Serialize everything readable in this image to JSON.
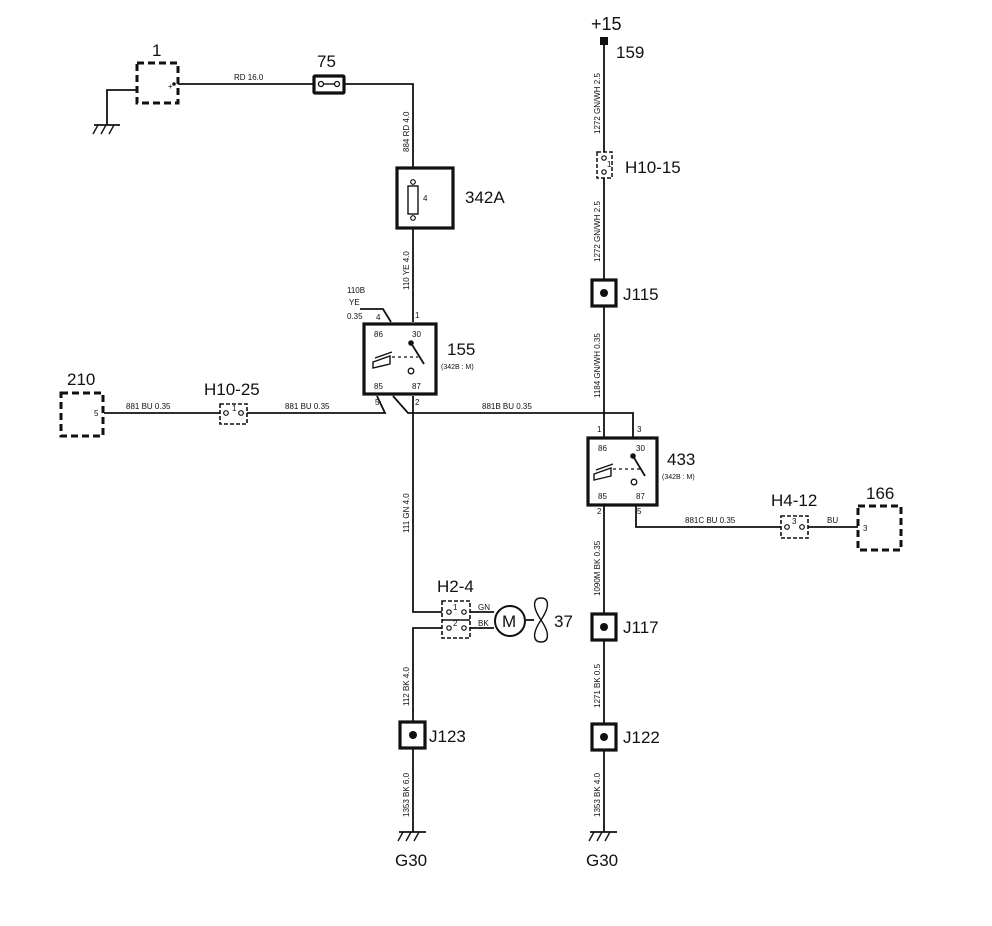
{
  "components": {
    "c1": "1",
    "c75": "75",
    "c342a": "342A",
    "c155": "155",
    "c155_ref": "(342B : M)",
    "c210": "210",
    "h10_25": "H10-25",
    "plus15": "+15",
    "n159": "159",
    "h10_15": "H10-15",
    "j115": "J115",
    "c433": "433",
    "c433_ref": "(342B : M)",
    "h4_12": "H4-12",
    "c166": "166",
    "h2_4": "H2-4",
    "m": "M",
    "c37": "37",
    "j117": "J117",
    "j123": "J123",
    "j122": "J122",
    "g30_left": "G30",
    "g30_right": "G30"
  },
  "wires": {
    "rd16": "RD 16.0",
    "w884": "884 RD 4.0",
    "w110": "110 YE 4.0",
    "w110b_a": "110B",
    "w110b_b": "YE",
    "w110b_c": "0.35",
    "w881_left": "881 BU 0.35",
    "w881_mid": "881 BU 0.35",
    "w881b": "881B BU 0.35",
    "w881c": "881C BU 0.35",
    "bu": "BU",
    "w111": "111 GN 4.0",
    "gn": "GN",
    "bk": "BK",
    "w112": "112 BK 4.0",
    "w1353_left": "1353 BK 6.0",
    "w1272_top": "1272 GN/WH 2.5",
    "w1272_mid": "1272 GN/WH 2.5",
    "w1184": "1184 GN/WH 0.35",
    "w1090": "1090M BK 0.35",
    "w1271": "1271 BK 0.5",
    "w1353_right": "1353 BK 4.0"
  },
  "pins": {
    "p1_plus": "+",
    "p342a": "4",
    "p155_4": "4",
    "p155_1": "1",
    "p155_86": "86",
    "p155_30": "30",
    "p155_85": "85",
    "p155_87": "87",
    "p155_5": "5",
    "p155_2": "2",
    "p210": "5",
    "p_h10_25": "1",
    "p_h10_15": "1",
    "p433_1": "1",
    "p433_3": "3",
    "p433_86": "86",
    "p433_30": "30",
    "p433_85": "85",
    "p433_87": "87",
    "p433_2": "2",
    "p433_5": "5",
    "p_h4_12": "3",
    "p166": "3",
    "p_h2_4_1": "1",
    "p_h2_4_2": "2"
  }
}
